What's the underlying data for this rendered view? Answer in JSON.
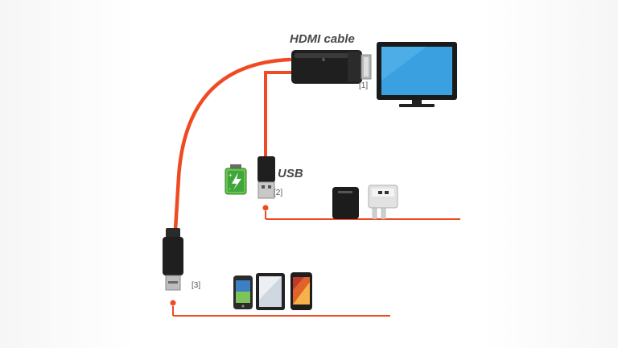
{
  "labels": {
    "hdmi_cable": "HDMI cable",
    "usb": "USB",
    "marker_1": "[1]",
    "marker_2": "[2]",
    "marker_3": "[3]"
  },
  "colors": {
    "cable": "#f04a22",
    "connector": "#1f1f1f",
    "screen": "#3aa0e0",
    "battery": "#2e9c3a"
  },
  "icons": [
    "tv-monitor-icon",
    "battery-charging-icon",
    "power-bank-icon",
    "usb-wall-charger-icon",
    "smartphone-icon",
    "tablet-icon",
    "android-phone-icon"
  ]
}
